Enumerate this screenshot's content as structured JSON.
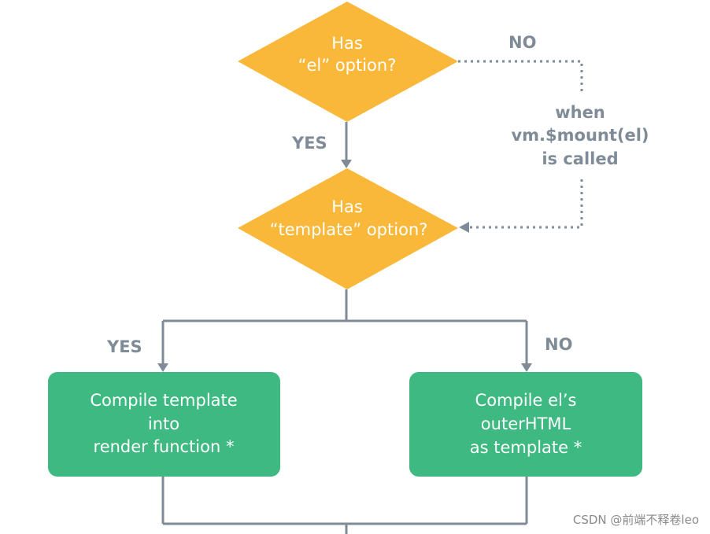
{
  "colors": {
    "decision": "#f9b83a",
    "process": "#3db981",
    "connector": "#7f8c97",
    "label": "#7f8c97"
  },
  "decision_el": {
    "line1": "Has",
    "line2": "“el” option?"
  },
  "decision_template": {
    "line1": "Has",
    "line2": "“template” option?"
  },
  "labels": {
    "no_top": "NO",
    "yes_mid": "YES",
    "yes_left": "YES",
    "no_right": "NO",
    "mount_line1": "when",
    "mount_line2": "vm.$mount(el)",
    "mount_line3": "is called"
  },
  "box_left": {
    "line1": "Compile template",
    "line2": "into",
    "line3": "render function *"
  },
  "box_right": {
    "line1": "Compile el’s",
    "line2": "outerHTML",
    "line3": "as template *"
  },
  "watermark": "CSDN @前端不释卷leo"
}
